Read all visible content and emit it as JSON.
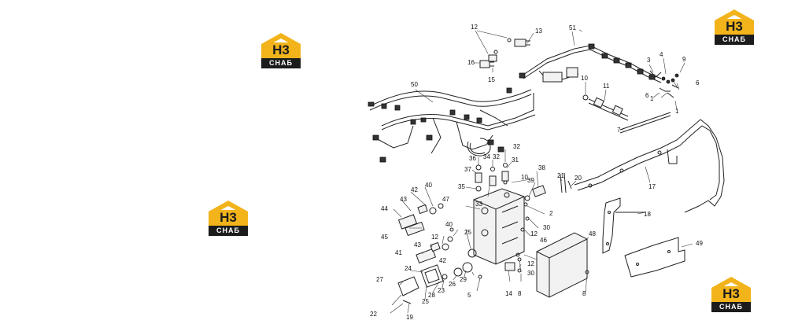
{
  "logos": [
    {
      "letters": "H3",
      "caption": "СНАБ"
    },
    {
      "letters": "H3",
      "caption": "СНАБ"
    },
    {
      "letters": "H3",
      "caption": "СНАБ"
    },
    {
      "letters": "H3",
      "caption": "СНАБ"
    }
  ],
  "colors": {
    "logo_yellow": "#f2b31b",
    "logo_dark": "#1c1c1c",
    "line": "#222222"
  },
  "callouts": {
    "c1": "1",
    "c2": "1",
    "c3": "2",
    "c4": "3",
    "c5": "4",
    "c6": "5",
    "c7": "6",
    "c8": "6",
    "c9": "7",
    "c10": "8",
    "c11": "8",
    "c12": "9",
    "c13": "10",
    "c14": "10",
    "c15": "11",
    "c16": "12",
    "c17": "12",
    "c18": "12",
    "c19": "12",
    "c20": "13",
    "c21": "14",
    "c22": "15",
    "c23": "16",
    "c24": "17",
    "c25": "18",
    "c26": "19",
    "c27": "20",
    "c28": "21",
    "c29": "22",
    "c30": "23",
    "c31": "24",
    "c32": "25",
    "c33": "25",
    "c34": "26",
    "c35": "27",
    "c36": "28",
    "c37": "29",
    "c38": "30",
    "c39": "30",
    "c40": "31",
    "c41": "32",
    "c42": "32",
    "c43": "33",
    "c44": "34",
    "c45": "35",
    "c46": "36",
    "c47": "37",
    "c48": "38",
    "c49": "39",
    "c50": "40",
    "c51": "40",
    "c52": "41",
    "c53": "42",
    "c54": "42",
    "c55": "43",
    "c56": "43",
    "c57": "44",
    "c58": "45",
    "c59": "46",
    "c60": "47",
    "c61": "48",
    "c62": "49",
    "c63": "50",
    "c64": "51"
  }
}
